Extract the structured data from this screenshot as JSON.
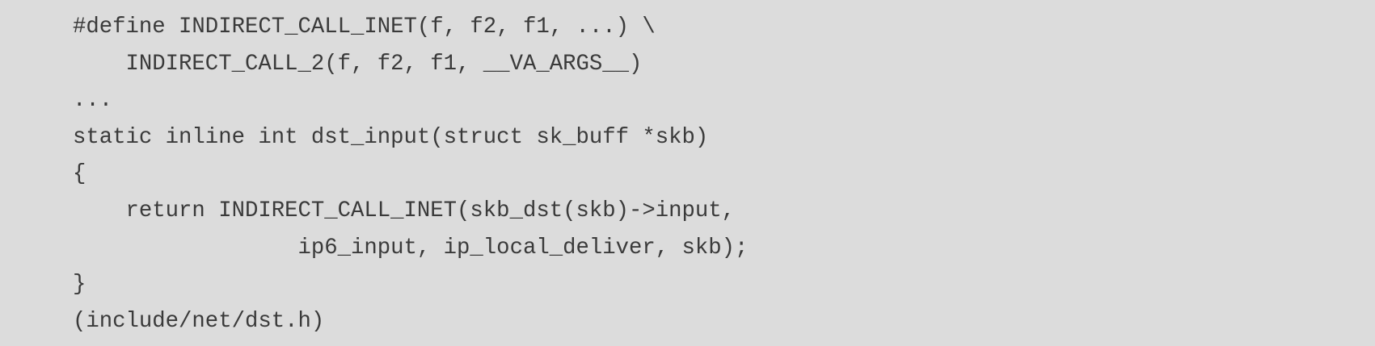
{
  "code": {
    "lines": [
      "#define INDIRECT_CALL_INET(f, f2, f1, ...) \\",
      "    INDIRECT_CALL_2(f, f2, f1, __VA_ARGS__)",
      "...",
      "static inline int dst_input(struct sk_buff *skb)",
      "{",
      "    return INDIRECT_CALL_INET(skb_dst(skb)->input,",
      "                 ip6_input, ip_local_deliver, skb);",
      "}",
      "(include/net/dst.h)"
    ]
  }
}
